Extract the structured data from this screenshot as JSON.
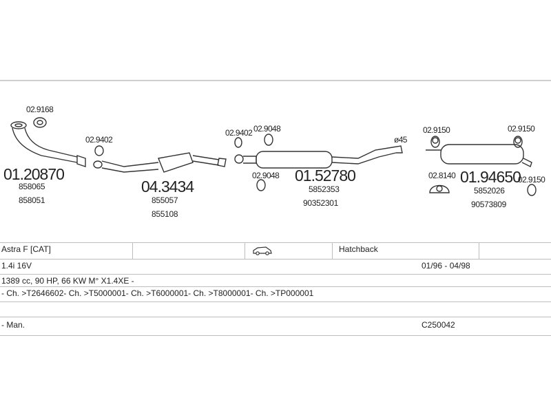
{
  "parts": {
    "p1": {
      "code": "01.20870",
      "refs": [
        "858065",
        "858051"
      ],
      "accessory": "02.9168"
    },
    "p2": {
      "code": "04.3434",
      "refs": [
        "855057",
        "855108"
      ],
      "accessory": "02.9402"
    },
    "p3": {
      "code": "01.52780",
      "refs": [
        "5852353",
        "90352301"
      ],
      "accessories": [
        "02.9402",
        "02.9048",
        "02.9048"
      ]
    },
    "p4": {
      "code": "01.94650",
      "refs": [
        "5852026",
        "90573809"
      ],
      "accessories": [
        "02.9150",
        "02.9150",
        "02.9150",
        "02.8140"
      ]
    },
    "diameter_label": "ø45"
  },
  "vehicle": {
    "model": "Astra F  [CAT]",
    "body_type": "Hatchback",
    "engine": "1.4i 16V",
    "years": "01/96 - 04/98",
    "spec": "1389 cc, 90 HP, 66 KW M° X1.4XE -",
    "chassis": "- Ch. >T2646602- Ch. >T5000001- Ch. >T6000001- Ch. >T8000001- Ch. >TP000001",
    "transmission": "- Man.",
    "catalog_code": "C250042"
  },
  "icons": {
    "car": "hatchback-car-icon"
  }
}
